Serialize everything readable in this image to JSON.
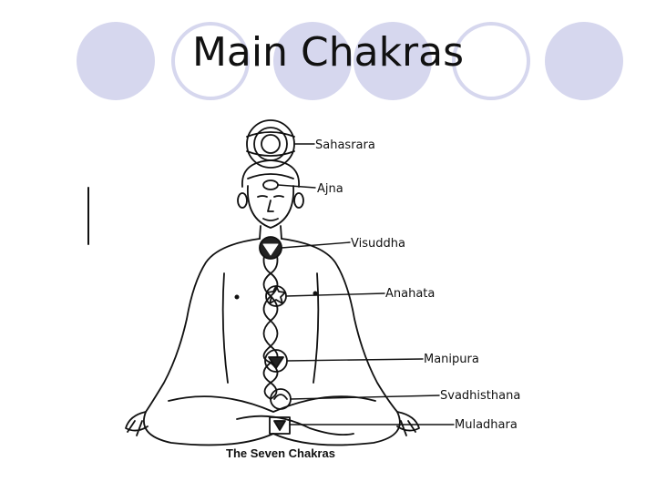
{
  "slide": {
    "title": "Main Chakras"
  },
  "colors": {
    "decor": "#d6d7ee",
    "ink": "#111111"
  },
  "diagram": {
    "caption": "The Seven Chakras",
    "chakras": [
      {
        "label": "Sahasrara"
      },
      {
        "label": "Ajna"
      },
      {
        "label": "Visuddha"
      },
      {
        "label": "Anahata"
      },
      {
        "label": "Manipura"
      },
      {
        "label": "Svadhisthana"
      },
      {
        "label": "Muladhara"
      }
    ]
  }
}
